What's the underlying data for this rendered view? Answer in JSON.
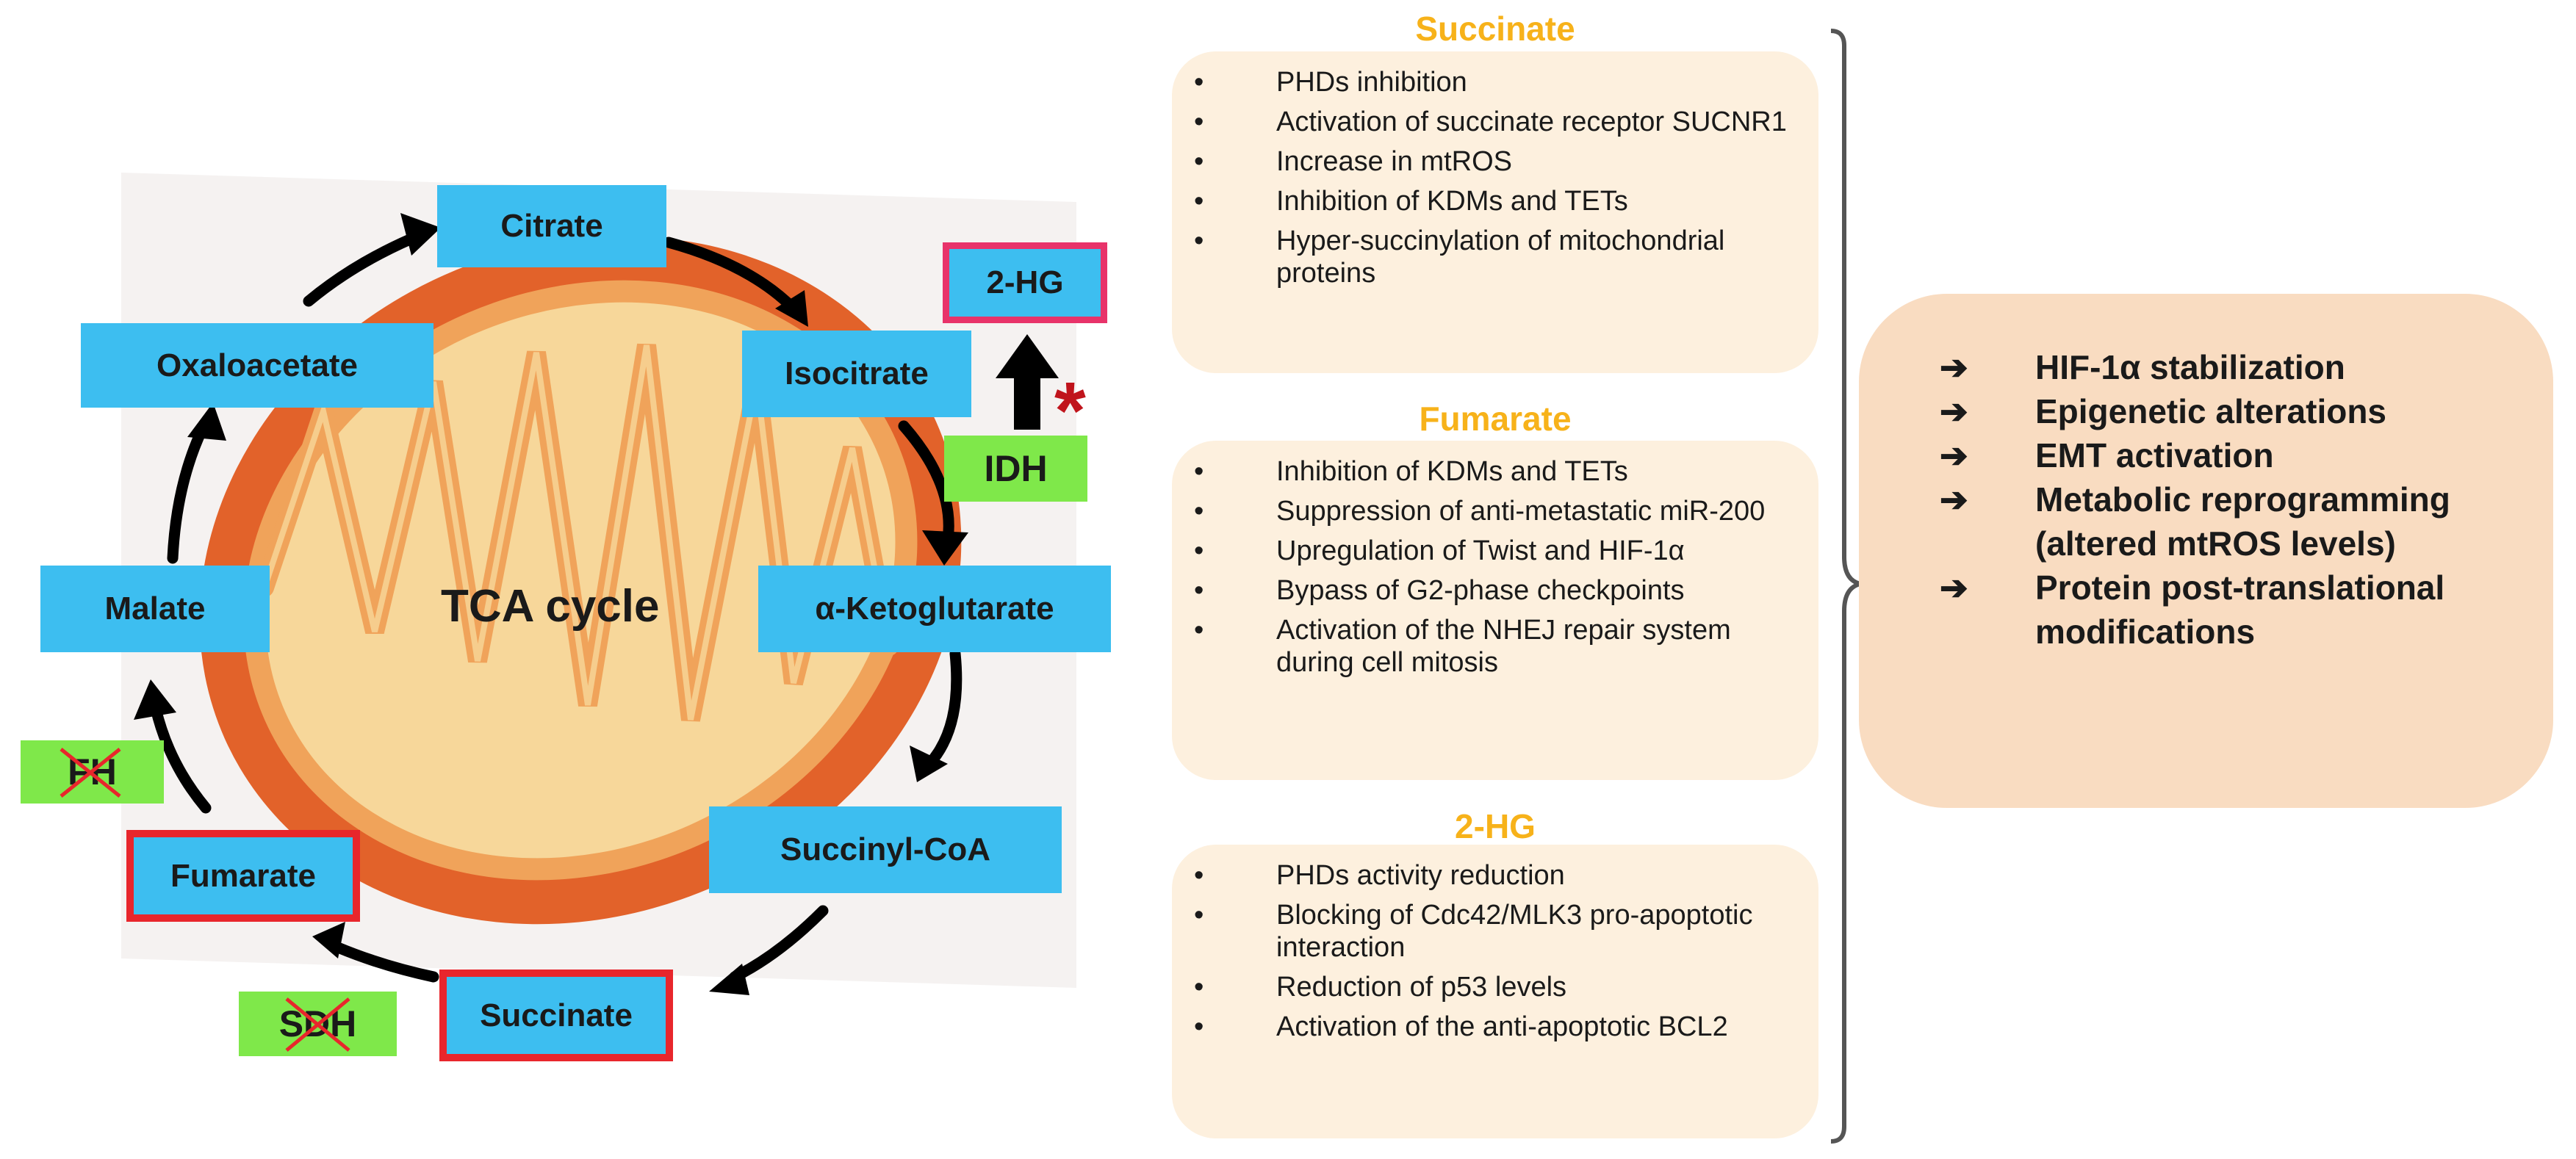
{
  "diagram": {
    "center_label": "TCA cycle",
    "nodes": {
      "citrate": "Citrate",
      "isocitrate": "Isocitrate",
      "alpha_kg": "α-Ketoglutarate",
      "succinyl_coa": "Succinyl-CoA",
      "succinate": "Succinate",
      "fumarate": "Fumarate",
      "malate": "Malate",
      "oxaloacetate": "Oxaloacetate",
      "two_hg": "2-HG"
    },
    "enzymes": {
      "idh": "IDH",
      "fh": "FH",
      "sdh": "SDH"
    },
    "star": "*",
    "colors": {
      "node_fill": "#3dbef0",
      "enzyme_fill": "#7fe84a",
      "mutant_border": "#e8262c",
      "mito_outer": "#e2622a",
      "mito_inner": "#f7d79a",
      "title_accent": "#f7b21a",
      "panel_fill": "#fdf0de",
      "effects_fill": "#f9dcc1"
    }
  },
  "sections": [
    {
      "title": "Succinate",
      "items": [
        " PHDs inhibition",
        "Activation of succinate receptor SUCNR1",
        "Increase in mtROS",
        "Inhibition of KDMs and TETs",
        "Hyper-succinylation of mitochondrial proteins"
      ]
    },
    {
      "title": "Fumarate",
      "items": [
        "Inhibition of KDMs and TETs",
        "Suppression of anti-metastatic miR-200",
        "Upregulation of Twist and HIF-1α",
        "Bypass of G2-phase checkpoints",
        "Activation of the NHEJ repair system during cell mitosis"
      ]
    },
    {
      "title": "2-HG",
      "items": [
        "PHDs activity reduction",
        "Blocking of Cdc42/MLK3 pro-apoptotic interaction",
        "Reduction of p53 levels",
        "Activation of the anti-apoptotic BCL2"
      ]
    }
  ],
  "bullet_glyph": "•",
  "effects": {
    "arrow_glyph": "➔",
    "items": [
      "HIF-1α stabilization",
      "Epigenetic alterations",
      "EMT activation",
      "Metabolic reprogramming (altered mtROS levels)",
      "Protein post-translational modifications"
    ]
  }
}
